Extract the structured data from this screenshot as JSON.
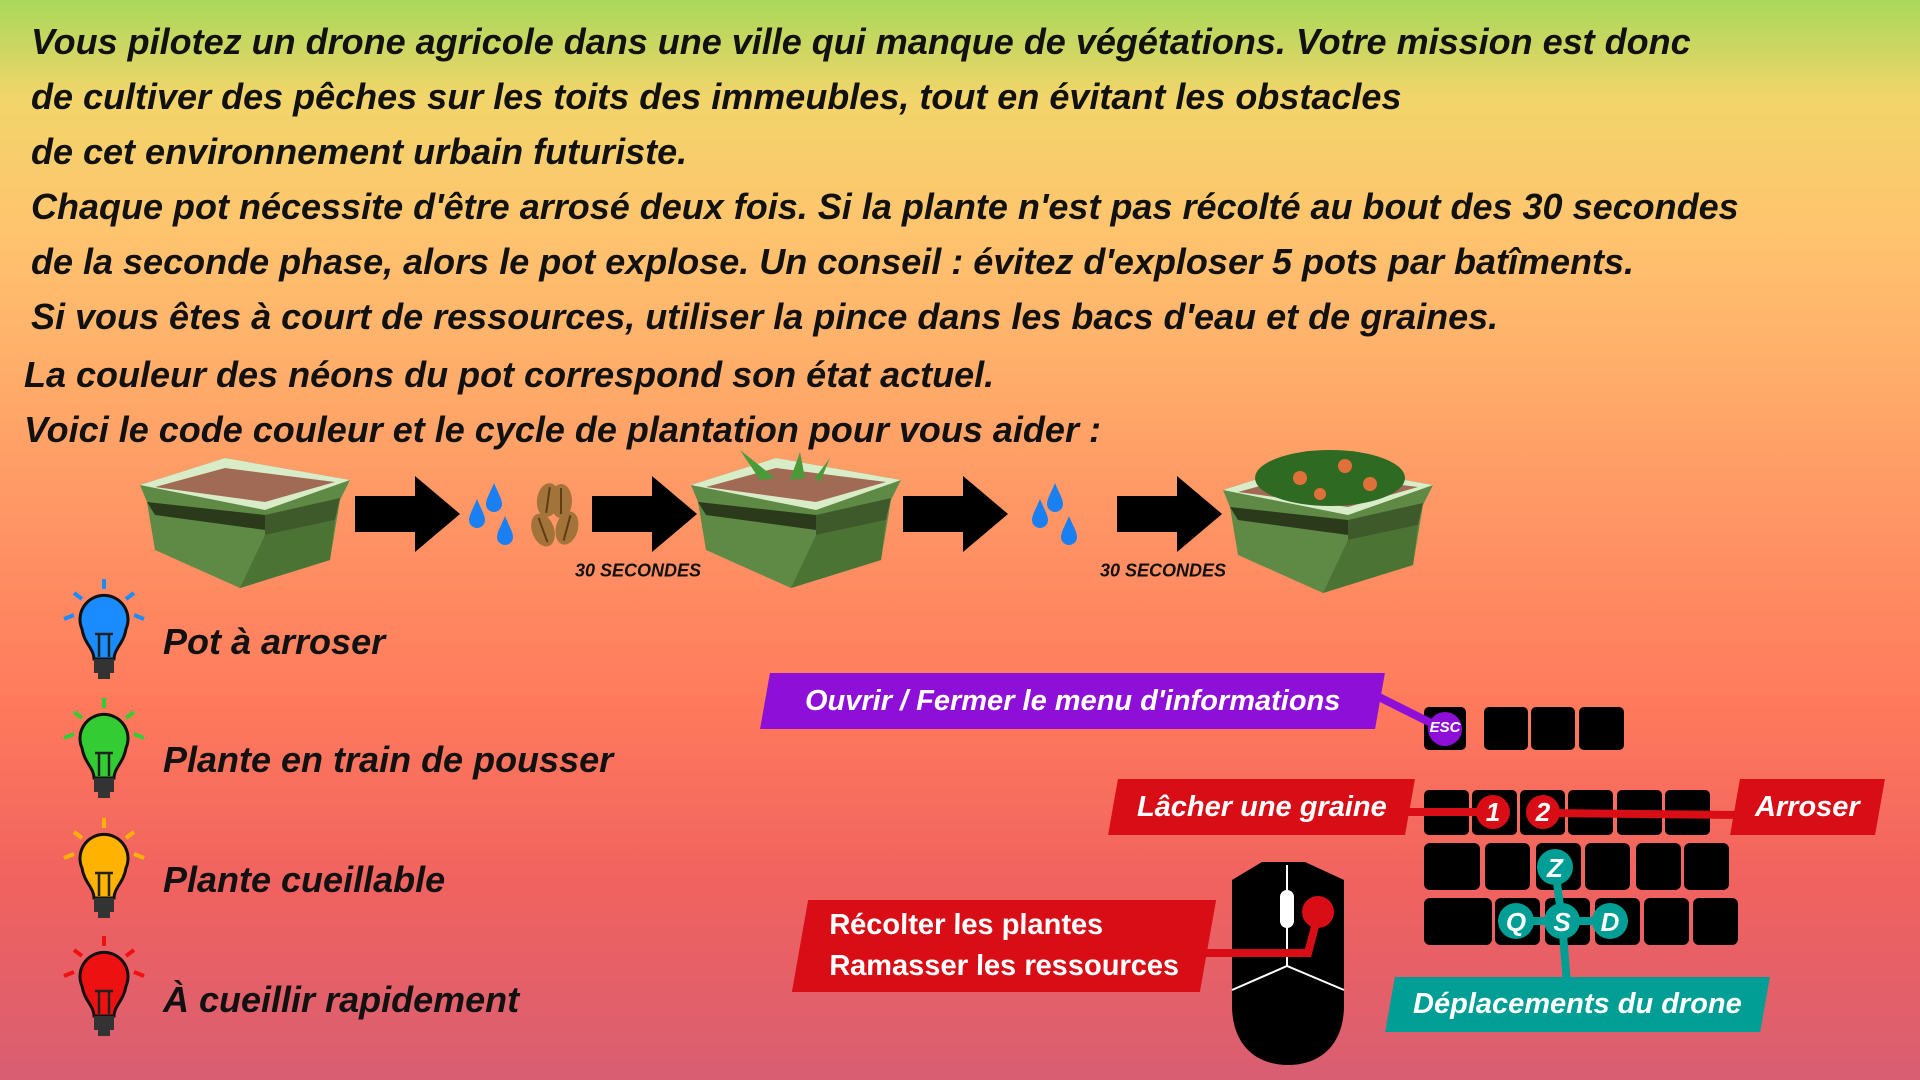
{
  "intro_lines": [
    "Vous pilotez un drone agricole dans une ville qui manque de végétations. Votre mission est donc",
    "de cultiver des pêches sur les toits des immeubles, tout en évitant les obstacles",
    "de cet environnement urbain futuriste.",
    "Chaque pot nécessite d'être arrosé deux fois. Si la plante n'est pas récolté au bout des 30 secondes",
    "de la seconde phase, alors le pot explose. Un conseil : évitez d'exploser 5 pots par batîments.",
    "Si vous êtes à court de ressources, utiliser la pince dans les bacs d'eau et de graines.",
    "La couleur des néons du pot correspond son état actuel.",
    "Voici le code couleur et le cycle de plantation pour vous aider :"
  ],
  "cycle": {
    "timer_1": "30 SECONDES",
    "timer_2": "30 SECONDES"
  },
  "legend": [
    {
      "label": "Pot à arroser",
      "color": "#1a8cff"
    },
    {
      "label": "Plante en train de pousser",
      "color": "#33cc33"
    },
    {
      "label": "Plante cueillable",
      "color": "#ffb300"
    },
    {
      "label": "À cueillir rapidement",
      "color": "#ee1111"
    }
  ],
  "controls": {
    "menu": {
      "label": "Ouvrir / Fermer le menu d'informations",
      "key": "ESC",
      "color": "#8e10d8"
    },
    "seed": {
      "label": "Lâcher une graine",
      "key": "1",
      "color": "#d90d16"
    },
    "water": {
      "label": "Arroser",
      "key": "2",
      "color": "#d90d16"
    },
    "harvest": {
      "line1": "Récolter les plantes",
      "line2": "Ramasser les ressources",
      "color": "#d90d16"
    },
    "move": {
      "label": "Déplacements du drone",
      "keys": [
        "Z",
        "Q",
        "S",
        "D"
      ],
      "color": "#009e94"
    }
  }
}
